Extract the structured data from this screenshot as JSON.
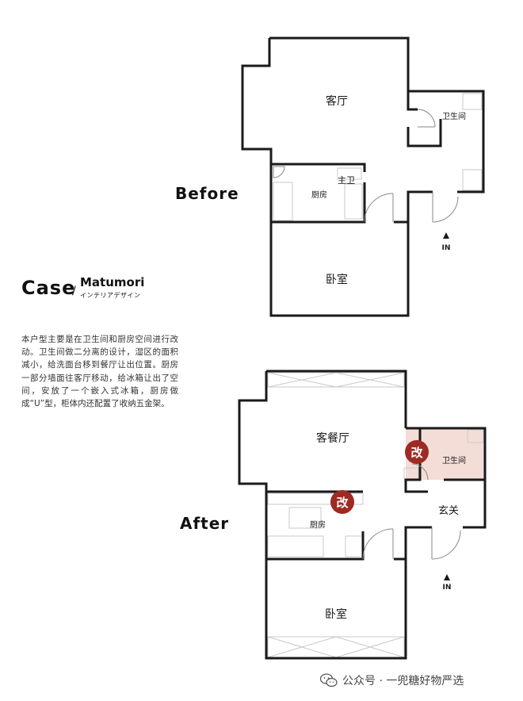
{
  "labels": {
    "before": "Before",
    "after": "After"
  },
  "brand": {
    "case_word": "Case",
    "slash": "/",
    "name": "Matumori",
    "subtitle": "インテリアデザイン"
  },
  "description": "本户型主要是在卫生间和厨房空间进行改动。卫生间做二分离的设计，湿区的面积减小，给洗面台移到餐厅让出位置。厨房一部分墙面往客厅移动，给冰箱让出了空间，安放了一个嵌入式冰箱，厨房做成“U”型，柜体内还配置了收纳五金架。",
  "before_plan": {
    "rooms": {
      "living": "客厅",
      "bathroom": "卫生间",
      "master_bath": "主卫",
      "kitchen": "厨房",
      "bedroom": "卧室"
    },
    "entry": "IN"
  },
  "after_plan": {
    "rooms": {
      "living_dining": "客餐厅",
      "bathroom": "卫生间",
      "kitchen": "厨房",
      "entrance": "玄关",
      "bedroom": "卧室"
    },
    "entry": "IN",
    "change_badge": "改"
  },
  "colors": {
    "wall": "#1a1a1a",
    "fixture": "#c9c9c9",
    "badge": "#9e2a24",
    "highlight": "#f4ddd6"
  },
  "footer": {
    "icon": "wechat-icon",
    "text": "公众号 · 一兜糖好物严选"
  }
}
